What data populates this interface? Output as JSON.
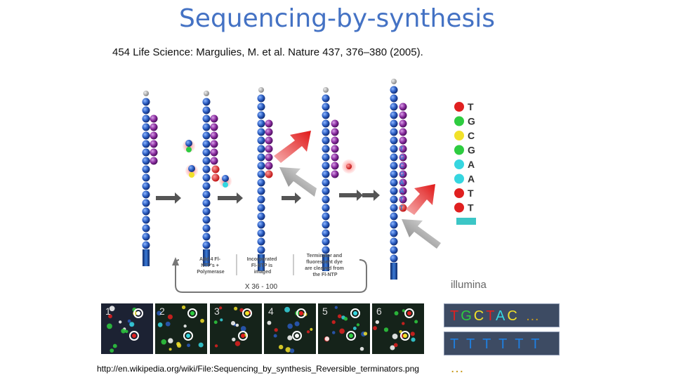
{
  "title": "Sequencing-by-synthesis",
  "subtitle": "454 Life Science: Margulies, M. et al. Nature 437, 376–380 (2005).",
  "flow_box_labels": [
    [
      "Add 4 Fl-",
      "NTP's +",
      "Polymerase"
    ],
    [
      "Incorporated",
      "Fl-NTP is",
      "imaged"
    ],
    [
      "Terminator and",
      "fluorescent dye",
      "are cleaved from",
      "the Fl-NTP"
    ]
  ],
  "loop_label": "X 36 - 100",
  "base_legend": [
    "T",
    "G",
    "C",
    "G",
    "A",
    "A",
    "T",
    "T"
  ],
  "strand_letters": [
    "T",
    "G",
    "C",
    "G",
    "A",
    "A",
    "T",
    "T"
  ],
  "logo_text": "illumina",
  "panel_numbers": [
    "1",
    "2",
    "3",
    "4",
    "5",
    "6"
  ],
  "sequence_read": [
    "T",
    "G",
    "C",
    "T",
    "A",
    "C"
  ],
  "sequence_read_ellipsis": "…",
  "sequence_template": "T T T T T T",
  "template_ellipsis": "…",
  "url": "http://en.wikipedia.org/wiki/File:Sequencing_by_synthesis_Reversible_terminators.png",
  "colors": {
    "T": "#e02020",
    "G": "#2ecc40",
    "C": "#f1e12a",
    "A": "#36d6e0",
    "strand": "#2a5cc0",
    "title": "#4472C4"
  }
}
